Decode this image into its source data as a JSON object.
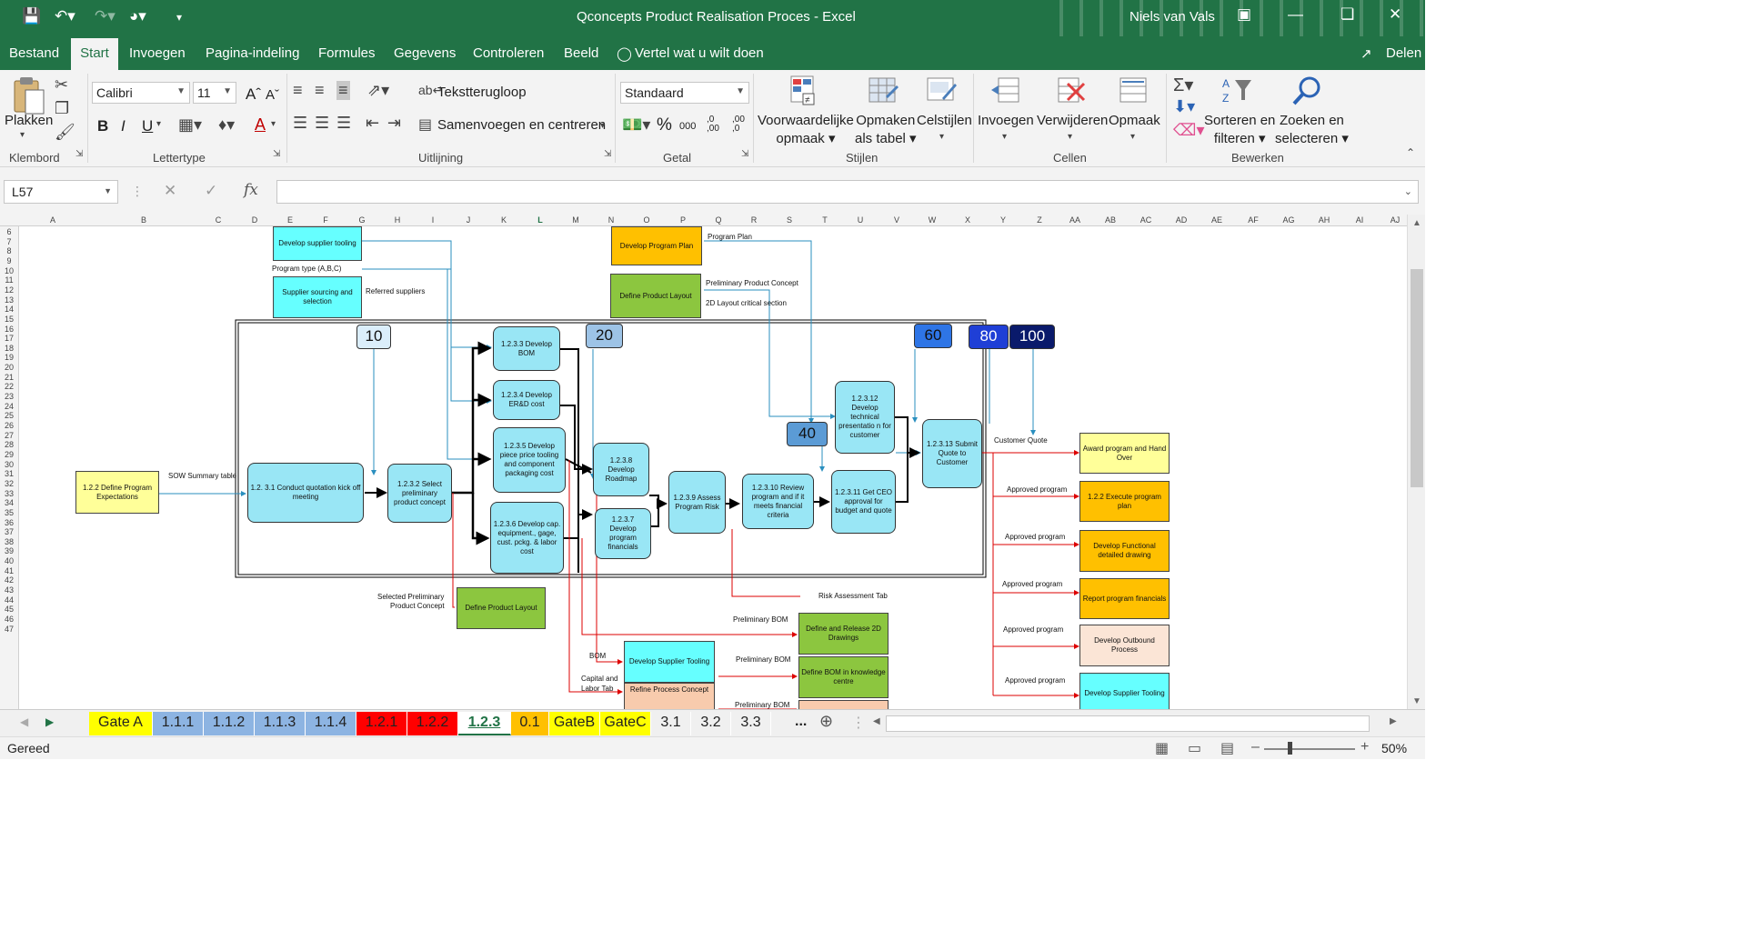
{
  "window": {
    "title": "Qconcepts Product Realisation Proces  -  Excel",
    "user": "Niels van Vals"
  },
  "ribbon_tabs": [
    "Bestand",
    "Start",
    "Invoegen",
    "Pagina-indeling",
    "Formules",
    "Gegevens",
    "Controleren",
    "Beeld"
  ],
  "tell_me": "Vertel wat u wilt doen",
  "share": "Delen",
  "ribbon": {
    "clipboard": {
      "paste": "Plakken",
      "label": "Klembord"
    },
    "font": {
      "name": "Calibri",
      "size": "11",
      "label": "Lettertype",
      "bold": "B",
      "italic": "I",
      "underline": "U"
    },
    "alignment": {
      "wrap": "Tekstterugloop",
      "merge": "Samenvoegen en centreren",
      "label": "Uitlijning"
    },
    "number": {
      "format": "Standaard",
      "label": "Getal",
      "percent": "%",
      "thousands": "000",
      "dec_inc": ",0 ,00",
      "dec_dec": ",00 ,0"
    },
    "styles": {
      "conditional": [
        "Voorwaardelijke",
        "opmaak"
      ],
      "table": [
        "Opmaken",
        "als tabel"
      ],
      "cell": "Celstijlen",
      "label": "Stijlen"
    },
    "cells": {
      "insert": "Invoegen",
      "delete": "Verwijderen",
      "format": "Opmaak",
      "label": "Cellen"
    },
    "editing": {
      "sort": [
        "Sorteren en",
        "filteren"
      ],
      "find": [
        "Zoeken en",
        "selecteren"
      ],
      "label": "Bewerken"
    }
  },
  "formula_bar": {
    "name_box": "L57",
    "fx": "fx",
    "value": ""
  },
  "columns": [
    "A",
    "B",
    "C",
    "D",
    "E",
    "F",
    "G",
    "H",
    "I",
    "J",
    "K",
    "L",
    "M",
    "N",
    "O",
    "P",
    "Q",
    "R",
    "S",
    "T",
    "U",
    "V",
    "W",
    "X",
    "Y",
    "Z",
    "AA",
    "AB",
    "AC",
    "AD",
    "AE",
    "AF",
    "AG",
    "AH",
    "AI",
    "AJ"
  ],
  "selected_column": "L",
  "rows": [
    "6",
    "7",
    "8",
    "9",
    "10",
    "11",
    "12",
    "13",
    "14",
    "15",
    "16",
    "17",
    "18",
    "19",
    "20",
    "21",
    "22",
    "23",
    "24",
    "25",
    "26",
    "27",
    "28",
    "29",
    "30",
    "31",
    "32",
    "33",
    "34",
    "35",
    "36",
    "37",
    "38",
    "39",
    "40",
    "41",
    "42",
    "43",
    "44",
    "45",
    "46",
    "47"
  ],
  "diagram": {
    "pct": [
      "10",
      "20",
      "40",
      "60",
      "80",
      "100"
    ],
    "boxes": {
      "supplier_tooling": "Develop supplier tooling",
      "supplier_sourcing": "Supplier sourcing and selection",
      "program_plan": "Develop Program Plan",
      "product_layout_top": "Define Product Layout",
      "define_expectations": "1.2.2 Define Program Expectations",
      "quotation_kickoff": "1.2. 3.1 Conduct quotation kick off meeting",
      "select_concept": "1.2.3.2 Select preliminary product concept",
      "develop_bom": "1.2.3.3 Develop BOM",
      "develop_erd": "1.2.3.4 Develop ER&D cost",
      "develop_piece_price": "1.2.3.5 Develop piece price tooling and component packaging cost",
      "develop_capex": "1.2.3.6 Develop cap. equipment., gage, cust. pckg. & labor cost",
      "develop_roadmap": "1.2.3.8 Develop Roadmap",
      "develop_financials": "1.2.3.7 Develop program financials",
      "assess_risk": "1.2.3.9 Assess Program Risk",
      "review_program": "1.2.3.10 Review program and if it meets financial criteria",
      "ceo_approval": "1.2.3.11 Get CEO approval for budget and quote",
      "tech_presentation": "1.2.3.12 Develop technical presentatio n for customer",
      "submit_quote": "1.2.3.13 Submit Quote to Customer",
      "award_program": "Award program and Hand Over",
      "execute_plan": "1.2.2 Execute program plan",
      "functional_drawing": "Develop Functional detailed drawing",
      "report_financials": "Report program financials",
      "outbound_process": "Develop Outbound Process",
      "supplier_tooling_2": "Develop Supplier Tooling",
      "product_layout_bottom": "Define Product Layout",
      "release_2d": "Define and Release 2D Drawings",
      "bom_knowledge": "Define BOM in knowledge centre",
      "dev_supplier_tooling_mid": "Develop Supplier Tooling",
      "refine_process": "Refine Process Concept"
    },
    "labels": {
      "program_type": "Program type (A,B,C)",
      "referred_suppliers": "Referred suppliers",
      "program_plan": "Program Plan",
      "prelim_concept": "Preliminary Product Concept",
      "layout_critical": "2D Layout critical section",
      "sow": "SOW Summary table",
      "customer_quote": "Customer Quote",
      "approved_program": "Approved program",
      "selected_prelim": "Selected Preliminary",
      "product_concept": "Product Concept",
      "risk_tab": "Risk Assessment Tab",
      "prelim_bom": "Preliminary BOM",
      "bom": "BOM",
      "capital": "Capital and",
      "labor_tab": "Labor Tab"
    }
  },
  "sheets": [
    {
      "name": "Gate A",
      "color": "#ffff00"
    },
    {
      "name": "1.1.1",
      "color": "#8db4e2"
    },
    {
      "name": "1.1.2",
      "color": "#8db4e2"
    },
    {
      "name": "1.1.3",
      "color": "#8db4e2"
    },
    {
      "name": "1.1.4",
      "color": "#8db4e2"
    },
    {
      "name": "1.2.1",
      "color": "#ff0000"
    },
    {
      "name": "1.2.2",
      "color": "#ff0000"
    },
    {
      "name": "1.2.3",
      "color": "#ffffff"
    },
    {
      "name": "0.1",
      "color": "#ffc000"
    },
    {
      "name": "GateB",
      "color": "#ffff00"
    },
    {
      "name": "GateC",
      "color": "#ffff00"
    },
    {
      "name": "3.1",
      "color": "#f0f0f0"
    },
    {
      "name": "3.2",
      "color": "#f0f0f0"
    },
    {
      "name": "3.3",
      "color": "#f0f0f0"
    }
  ],
  "sheet_more": "...",
  "status": {
    "ready": "Gereed",
    "zoom": "50%"
  }
}
